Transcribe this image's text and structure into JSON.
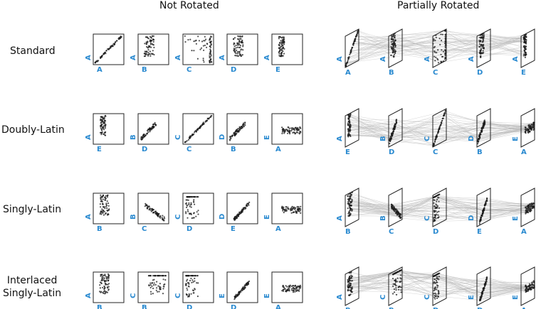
{
  "columns": [
    "Not Rotated",
    "Partially Rotated"
  ],
  "rows": [
    {
      "label_lines": [
        "Standard"
      ],
      "not_rotated": [
        [
          "A",
          "A"
        ],
        [
          "B",
          "A"
        ],
        [
          "C",
          "A"
        ],
        [
          "D",
          "A"
        ],
        [
          "E",
          "A"
        ]
      ],
      "partially_rotated": [
        [
          "A",
          "A"
        ],
        [
          "B",
          "A"
        ],
        [
          "C",
          "A"
        ],
        [
          "D",
          "A"
        ],
        [
          "E",
          "A"
        ]
      ]
    },
    {
      "label_lines": [
        "Doubly-Latin"
      ],
      "not_rotated": [
        [
          "E",
          "A"
        ],
        [
          "D",
          "B"
        ],
        [
          "C",
          "C"
        ],
        [
          "B",
          "D"
        ],
        [
          "A",
          "E"
        ]
      ],
      "partially_rotated": [
        [
          "E",
          "A"
        ],
        [
          "D",
          "B"
        ],
        [
          "C",
          "C"
        ],
        [
          "B",
          "D"
        ],
        [
          "A",
          "E"
        ]
      ]
    },
    {
      "label_lines": [
        "Singly-Latin"
      ],
      "not_rotated": [
        [
          "B",
          "A"
        ],
        [
          "C",
          "B"
        ],
        [
          "D",
          "C"
        ],
        [
          "E",
          "D"
        ],
        [
          "A",
          "E"
        ]
      ],
      "partially_rotated": [
        [
          "B",
          "A"
        ],
        [
          "C",
          "B"
        ],
        [
          "D",
          "C"
        ],
        [
          "E",
          "D"
        ],
        [
          "A",
          "E"
        ]
      ]
    },
    {
      "label_lines": [
        "Interlaced",
        "Singly-Latin"
      ],
      "not_rotated": [
        [
          "B",
          "A"
        ],
        [
          "B",
          "C"
        ],
        [
          "D",
          "C"
        ],
        [
          "D",
          "E"
        ],
        [
          "A",
          "E"
        ]
      ],
      "partially_rotated": [
        [
          "B",
          "A"
        ],
        [
          "B",
          "C"
        ],
        [
          "D",
          "C"
        ],
        [
          "D",
          "E"
        ],
        [
          "A",
          "E"
        ]
      ]
    }
  ],
  "colors": {
    "axis_label": "#2a8ad0",
    "point": "#1a1a1a",
    "panel_border": "#222222",
    "connector": "#b4b4b4"
  }
}
